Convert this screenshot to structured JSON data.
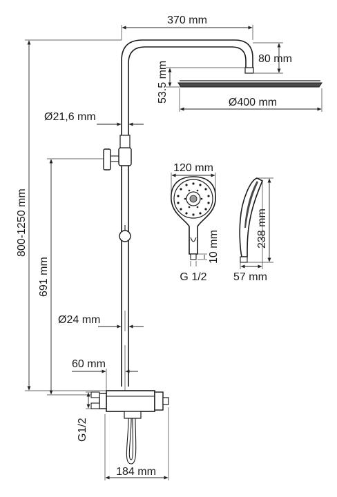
{
  "labels": {
    "arm_length": "370 mm",
    "arm_drop": "80 mm",
    "head_thickness": "53.5 mm",
    "head_diameter": "Ø400 mm",
    "upper_pipe_diameter": "Ø21,6 mm",
    "total_height": "800-1250 mm",
    "handshower_width": "120 mm",
    "handshower_length": "238 mm",
    "handshower_connector": "10 mm",
    "handshower_thread": "G 1/2",
    "handshower_depth": "57 mm",
    "rail_height": "691 mm",
    "lower_pipe_diameter": "Ø24 mm",
    "inlet_offset": "60 mm",
    "inlet_thread": "G1/2",
    "mixer_width": "184 mm"
  },
  "colors": {
    "line": "#1a1a1a",
    "head_fill": "#4a4a4a",
    "nozzle_fill": "#9a9a9a",
    "background": "#ffffff"
  },
  "icons": {
    "dimension_arrow": "arrow-head",
    "diameter_symbol": "Ø"
  }
}
